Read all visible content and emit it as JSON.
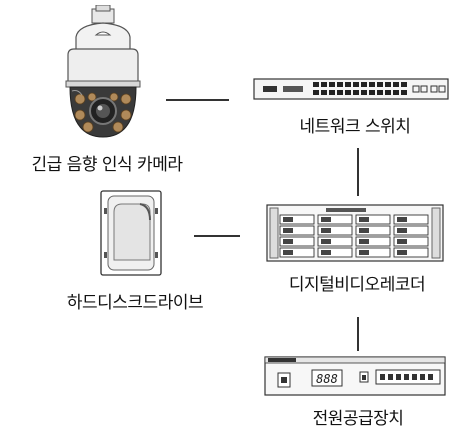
{
  "nodes": {
    "camera": {
      "label": "긴급 음향 인식 카메라",
      "icon": "ptz-dome-camera-icon"
    },
    "switch": {
      "label": "네트워크 스위치",
      "icon": "network-switch-icon"
    },
    "hdd": {
      "label": "하드디스크드라이브",
      "icon": "hard-disk-drive-icon"
    },
    "dvr": {
      "label": "디지털비디오레코더",
      "icon": "digital-video-recorder-icon"
    },
    "psu": {
      "label": "전원공급장치",
      "icon": "power-supply-unit-icon",
      "display": "888"
    }
  },
  "connections": [
    {
      "from": "camera",
      "to": "switch"
    },
    {
      "from": "switch",
      "to": "dvr"
    },
    {
      "from": "hdd",
      "to": "dvr"
    },
    {
      "from": "dvr",
      "to": "psu"
    }
  ]
}
